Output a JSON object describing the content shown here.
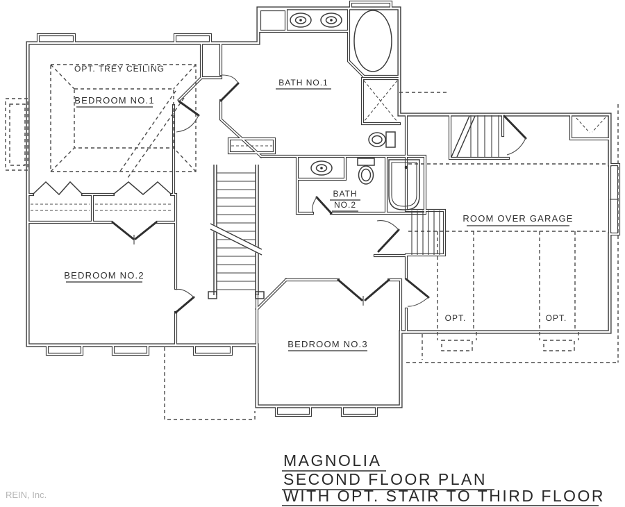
{
  "plan": {
    "labels": {
      "opt_trey_ceiling": "OPT. TREY CEILING",
      "bedroom_1": "BEDROOM NO.1",
      "bath_1": "BATH NO.1",
      "bath_2_line1": "BATH",
      "bath_2_line2": "NO.2",
      "bedroom_2": "BEDROOM NO.2",
      "bedroom_3": "BEDROOM NO.3",
      "room_over_garage": "ROOM OVER GARAGE",
      "opt_dormer_left": "OPT.",
      "opt_dormer_right": "OPT."
    },
    "title_block": {
      "line1": "MAGNOLIA",
      "line2": "SECOND FLOOR PLAN",
      "line3": "WITH OPT. STAIR TO THIRD FLOOR"
    },
    "watermark": "REIN, Inc.",
    "colors": {
      "wall_line": "#3d3d3d",
      "dashed_line": "#4a4a4a",
      "text": "#2e2e2e",
      "watermark": "#b5b5b5",
      "background": "#ffffff"
    }
  }
}
